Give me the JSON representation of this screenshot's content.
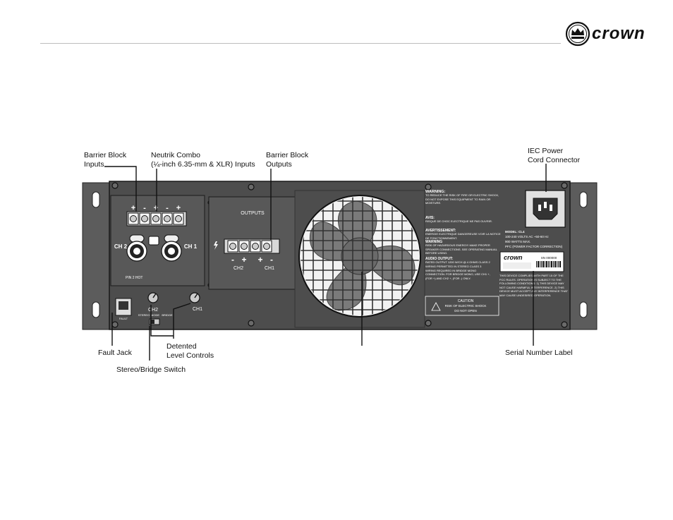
{
  "brand": {
    "name": "crown"
  },
  "callouts": {
    "barrier_inputs": [
      "Barrier Block",
      "Inputs"
    ],
    "neutrik": [
      "Neutrik Combo",
      "(¼-inch 6.35-mm & XLR) Inputs"
    ],
    "barrier_outputs": [
      "Barrier Block",
      "Outputs"
    ],
    "iec": [
      "IEC Power",
      "Cord Connector"
    ],
    "fault_jack": "Fault Jack",
    "level_controls": [
      "Detented",
      "Level Controls"
    ],
    "stereo_switch": "Stereo/Bridge Switch",
    "serial_label": "Serial Number Label"
  },
  "panel": {
    "input_terminals": [
      "+",
      "-",
      "+",
      "-",
      "+"
    ],
    "ch2": "CH 2",
    "ch1": "CH 1",
    "pin_note": "PIN 2 HOT",
    "outputs_title": "OUTPUTS",
    "out_ch2": "CH2",
    "out_ch1": "CH1",
    "out_signs": [
      "-",
      "+",
      "+",
      "-"
    ],
    "knob_ch2": "CH2",
    "knob_ch1": "CH1",
    "switch_labels": [
      "STEREO",
      "MODE",
      "BRIDGE"
    ],
    "fault_small": "FAULT",
    "caution": [
      "CAUTION",
      "RISK OF ELECTRIC SHOCK",
      "DO NOT OPEN"
    ],
    "warning_title": "WARNING:",
    "warning_text": "TO REDUCE THE RISK OF FIRE OR ELECTRIC SHOCK, DO NOT EXPOSE THIS EQUIPMENT TO RAIN OR MOISTURE.",
    "avis_title": "AVIS:",
    "avis_text": "RISQUE DE CHOC ELECTRIQUE NE PAS OUVRIR.",
    "avert_title": "AVERTISSEMENT:",
    "avert_text": "ENERGIE ELECTRIQUE DANGEREUSE VOIR LA NOTICE DE FONCTIONNEMENT.",
    "warning2_title": "WARNING",
    "warning2_text": "RISK OF HAZARDOUS ENERGY! MAKE PROPER SPEAKER CONNECTIONS. SEE OPERATING MANUAL BEFORE USING.",
    "audio_title": "AUDIO OUTPUT:",
    "audio_text": "RATED OUTPUT 1200 W/CH @ 4 OHMS CLASS 2 WIRING PERMITTED IN STEREO CLASS 3 WIRING REQUIRED IN BRIDGE MONO CONNECTION. FOR BRIDGE MONO, USE CH1 +, (FOR +) AND CH2 +, (FOR -) ONLY.",
    "model_lines": [
      "MODEL: CL4",
      "100-240 VOLTS AC ~50-60 Hz",
      "900 WATTS MAX.",
      "PFC (POWER FACTOR CORRECTION)"
    ],
    "sn_brand": "crown",
    "sn_value": "SN 000000",
    "fcc_text": "THIS DEVICE COMPLIES WITH PART 15 OF THE FCC RULES. OPERATION IS SUBJECT TO THE FOLLOWING CONDITIONS: 1) THIS DEVICE MAY NOT CAUSE HARMFUL INTERFERENCE. 2) THIS DEVICE MUST ACCEPT ANY INTERFERENCE THAT MAY CAUSE UNDESIRED OPERATION."
  },
  "colors": {
    "chassis": "#4a4a4a",
    "ear": "#5a5a5a",
    "fan_grill": "#f2f2f2",
    "fan_blade": "#7a7a7a"
  }
}
